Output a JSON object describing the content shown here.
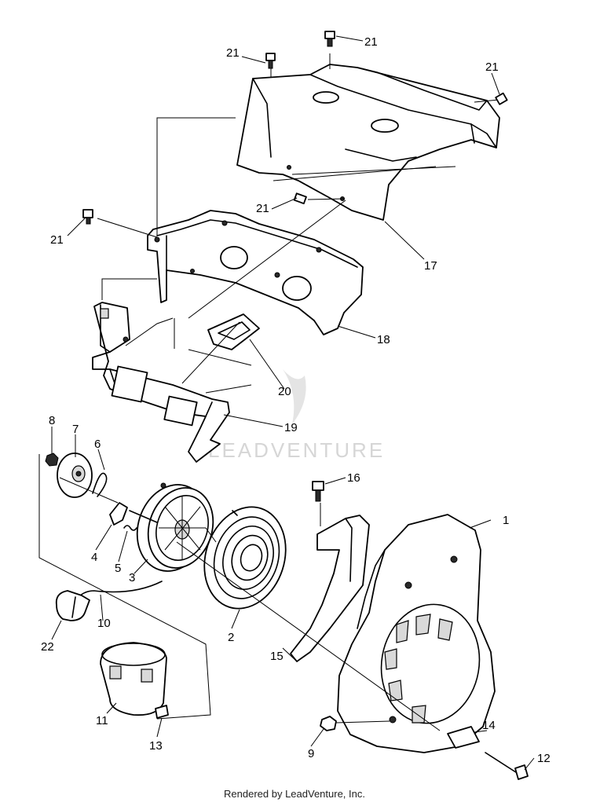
{
  "callouts": [
    {
      "id": "1",
      "label": "1"
    },
    {
      "id": "2",
      "label": "2"
    },
    {
      "id": "3",
      "label": "3"
    },
    {
      "id": "4",
      "label": "4"
    },
    {
      "id": "5",
      "label": "5"
    },
    {
      "id": "6",
      "label": "6"
    },
    {
      "id": "7",
      "label": "7"
    },
    {
      "id": "8",
      "label": "8"
    },
    {
      "id": "9",
      "label": "9"
    },
    {
      "id": "10",
      "label": "10"
    },
    {
      "id": "11",
      "label": "11"
    },
    {
      "id": "12",
      "label": "12"
    },
    {
      "id": "13",
      "label": "13"
    },
    {
      "id": "14",
      "label": "14"
    },
    {
      "id": "15",
      "label": "15"
    },
    {
      "id": "16",
      "label": "16"
    },
    {
      "id": "17",
      "label": "17"
    },
    {
      "id": "18",
      "label": "18"
    },
    {
      "id": "19",
      "label": "19"
    },
    {
      "id": "20",
      "label": "20"
    },
    {
      "id": "21a",
      "label": "21"
    },
    {
      "id": "21b",
      "label": "21"
    },
    {
      "id": "21c",
      "label": "21"
    },
    {
      "id": "21d",
      "label": "21"
    },
    {
      "id": "21e",
      "label": "21"
    },
    {
      "id": "22",
      "label": "22"
    }
  ],
  "watermark": "LEADVENTURE",
  "footer": "Rendered by LeadVenture, Inc."
}
